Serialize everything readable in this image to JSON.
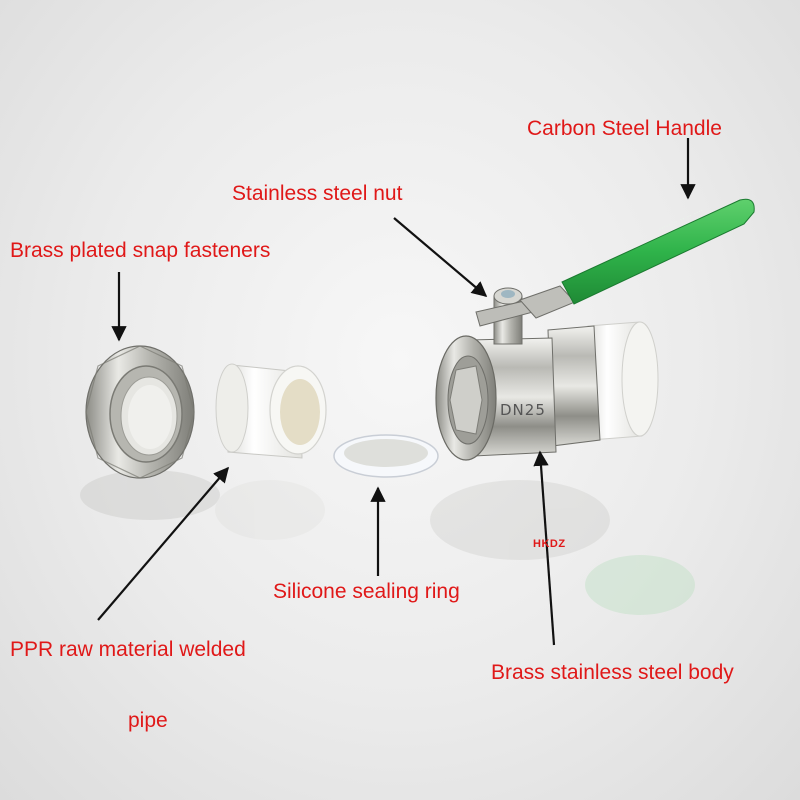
{
  "labels": {
    "carbon_steel_handle": "Carbon Steel Handle",
    "stainless_steel_nut": "Stainless steel nut",
    "brass_snap_fasteners": "Brass plated snap fasteners",
    "silicone_ring": "Silicone sealing ring",
    "ppr_pipe_line1": "PPR raw material welded",
    "ppr_pipe_line2": "pipe",
    "brass_body": "Brass stainless steel body"
  },
  "markings": {
    "size_stamp": "DN25",
    "brand": "HKDZ"
  },
  "colors": {
    "label_text": "#e01818",
    "handle_green": "#2fb34a",
    "arrow": "#111111",
    "ppr_white": "#f4f4f2",
    "brass_chrome": "#c9c9c4"
  }
}
